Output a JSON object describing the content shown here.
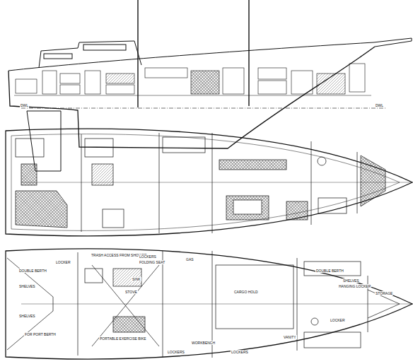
{
  "diagram": {
    "labels": [
      "DWL",
      "DWL",
      "DOUBLE BERTH",
      "SHELVES",
      "LOCKER",
      "TRASH ACCESS FROM SHOWER",
      "LOCKERS",
      "FOLDING SEAT",
      "GAS",
      "SINK",
      "STOVE",
      "CARGO HOLD",
      "DOUBLE BERTH",
      "SHELVES",
      "HANGING LOCKER",
      "STORAGE",
      "FOR PORT BERTH",
      "SHELVES",
      "PORTABLE EXERCISE BIKE",
      "LOCKERS",
      "WORKBENCH",
      "LOCKERS",
      "LOCKER",
      "VANITY"
    ]
  }
}
